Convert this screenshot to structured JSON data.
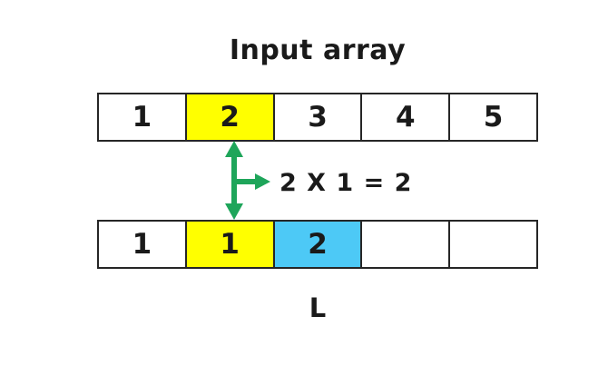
{
  "title": "Input array",
  "colors": {
    "yellow_highlight": "#FFFF00",
    "cyan_highlight": "#4DC9F6",
    "arrow_green": "#1EA55A",
    "border": "#262626",
    "text": "#1A1A1A",
    "background": "#FFFFFF",
    "white": "#FFFFFF"
  },
  "input_array": {
    "cells": [
      {
        "value": "1",
        "bg": "#FFFFFF"
      },
      {
        "value": "2",
        "bg": "#FFFF00"
      },
      {
        "value": "3",
        "bg": "#FFFFFF"
      },
      {
        "value": "4",
        "bg": "#FFFFFF"
      },
      {
        "value": "5",
        "bg": "#FFFFFF"
      }
    ]
  },
  "arrow": {
    "formula": "2 X 1 = 2"
  },
  "result_array": {
    "label": "L",
    "cells": [
      {
        "value": "1",
        "bg": "#FFFFFF"
      },
      {
        "value": "1",
        "bg": "#FFFF00"
      },
      {
        "value": "2",
        "bg": "#4DC9F6"
      },
      {
        "value": "",
        "bg": "#FFFFFF"
      },
      {
        "value": "",
        "bg": "#FFFFFF"
      }
    ]
  }
}
